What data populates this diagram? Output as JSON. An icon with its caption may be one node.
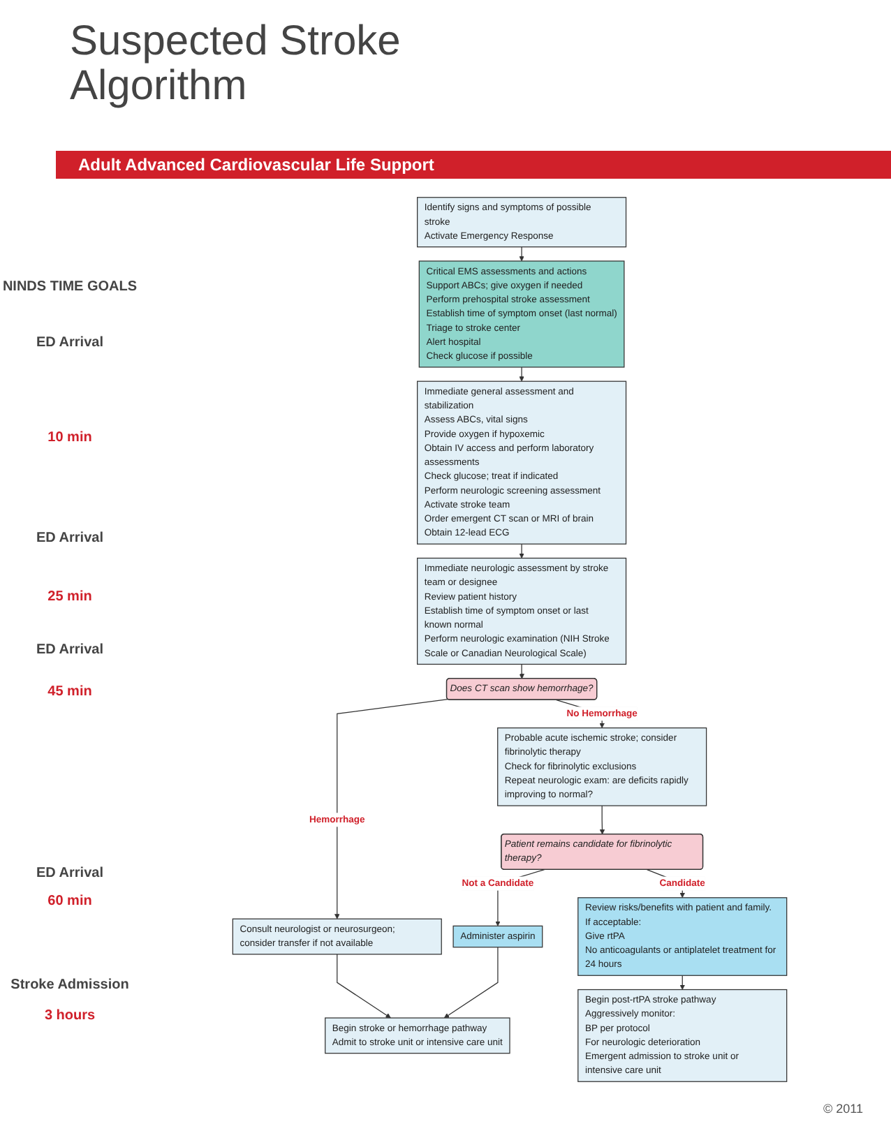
{
  "diagram": {
    "title": "Suspected Stroke Algorithm",
    "nodes": [
      {
        "text": [
          "Identify signs and symptoms of possible stroke",
          "Activate Emergency Response"
        ]
      },
      {
        "text": [
          "Critical EMS assessments and actions",
          "Support ABCs; give oxygen if needed",
          "Perform prehospital stroke assessment",
          "Establish time of symptom onset (last normal)",
          "Triage to stroke center",
          "Alert hospital",
          "Check glucose if possible"
        ]
      },
      {
        "text": [
          "Immediate general assessment and stabilization",
          "Assess ABCs, vital signs",
          "Provide oxygen if hypoxemic",
          "Obtain IV access and perform laboratory assessments",
          "Check glucose; treat if indicated",
          "Perform neurologic screening assessment",
          "Activate stroke team",
          "Order emergent CT scan or MRI of brain",
          "Obtain 12-lead ECG"
        ]
      },
      {
        "text": [
          "Immediate neurologic assessment by stroke team or designee",
          "Review patient history",
          "Establish time of symptom onset or last known normal",
          "Perform neurologic examination (NIH Stroke Scale or Canadian Neurological Scale)"
        ]
      },
      {
        "text": [
          "Does CT scan show hemorrhage?"
        ]
      },
      {
        "text": [
          "Probable acute ischemic stroke; consider fibrinolytic therapy",
          "Check for fibrinolytic exclusions",
          "Repeat neurologic exam: are deficits rapidly improving to normal?"
        ]
      },
      {
        "text": [
          "Consult neurologist or neurosurgeon; consider transfer if not available"
        ]
      },
      {
        "text": [
          "Patient remains candidate for fibrinolytic therapy?"
        ]
      },
      {
        "text": [
          "Administer aspirin"
        ]
      },
      {
        "text": [
          "Review risks/benefits with patient and family. If acceptable:",
          "Give rtPA",
          "No anticoagulants or antiplatelet treatment for 24 hours"
        ]
      },
      {
        "text": [
          "Begin stroke or hemorrhage pathway",
          "Admit to stroke unit or intensive care unit"
        ]
      },
      {
        "text": [
          "Begin post-rtPA stroke pathway",
          "Aggressively monitor:",
          "BP per protocol",
          "For neurologic deterioration",
          "Emergent admission to stroke unit or intensive care unit"
        ]
      }
    ],
    "edges": [
      {
        "from": 0,
        "to": 1,
        "arrow": "to"
      },
      {
        "from": 1,
        "to": 2,
        "arrow": "to"
      },
      {
        "from": 2,
        "to": 3,
        "arrow": "to"
      },
      {
        "from": 3,
        "to": 4,
        "arrow": "to"
      },
      {
        "from": 4,
        "to": 5,
        "arrow": "to",
        "label": "No Hemorrhage"
      },
      {
        "from": 4,
        "to": 6,
        "arrow": "to",
        "label": "Hemorrhage"
      },
      {
        "from": 5,
        "to": 7,
        "arrow": "to"
      },
      {
        "from": 7,
        "to": 8,
        "arrow": "to",
        "label": "Not a Candidate"
      },
      {
        "from": 7,
        "to": 9,
        "arrow": "to",
        "label": "Candidate"
      },
      {
        "from": 8,
        "to": 10,
        "arrow": "to"
      },
      {
        "from": 6,
        "to": 10,
        "arrow": "to"
      },
      {
        "from": 9,
        "to": 11,
        "arrow": "to"
      }
    ],
    "labels": [
      "Adult Advanced Cardiovascular Life Support",
      "NINDS TIME GOALS",
      "ED Arrival",
      "10 min",
      "ED Arrival",
      "25 min",
      "ED Arrival",
      "45 min",
      "ED Arrival",
      "60 min",
      "Stroke Admission",
      "3 hours",
      "© 2011"
    ]
  }
}
